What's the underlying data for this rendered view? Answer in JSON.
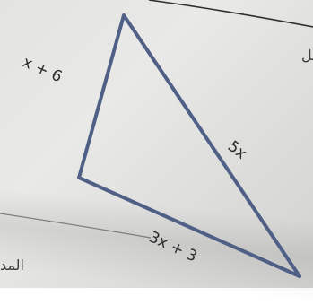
{
  "triangle": {
    "side_left": "x + 6",
    "side_right": "5x",
    "side_bottom": "3x + 3"
  },
  "page": {
    "corner_text": "المد",
    "right_mark": "ـل"
  },
  "colors": {
    "triangle_stroke": "#4f5f86",
    "page_line": "#2f2f2f"
  }
}
